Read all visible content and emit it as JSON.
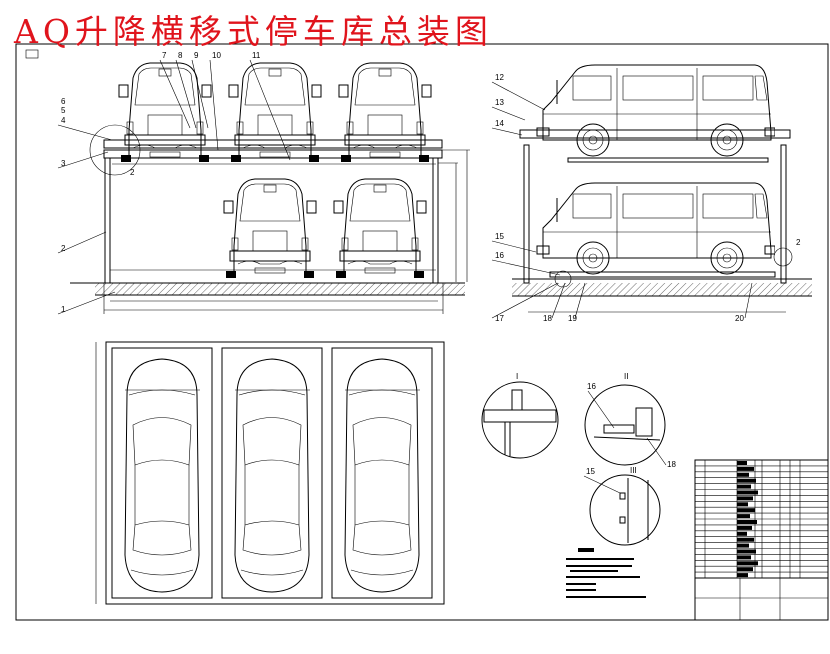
{
  "title": "AQ升降横移式停车库总装图",
  "colors": {
    "title": "#e0141c",
    "lines": "#000000",
    "background": "#ffffff"
  },
  "front_view": {
    "labels_top": [
      "7",
      "8",
      "9",
      "10",
      "11"
    ],
    "labels_left": [
      "6",
      "5",
      "4",
      "3",
      "2",
      "2",
      "1"
    ]
  },
  "side_view": {
    "labels": [
      "12",
      "13",
      "14",
      "15",
      "16",
      "17",
      "18",
      "19",
      "20",
      "2"
    ]
  },
  "details": {
    "detail_1": {
      "title": "I"
    },
    "detail_2": {
      "title": "II",
      "labels": [
        "16",
        "18"
      ]
    },
    "detail_3": {
      "title": "III",
      "labels": [
        "15"
      ]
    }
  }
}
